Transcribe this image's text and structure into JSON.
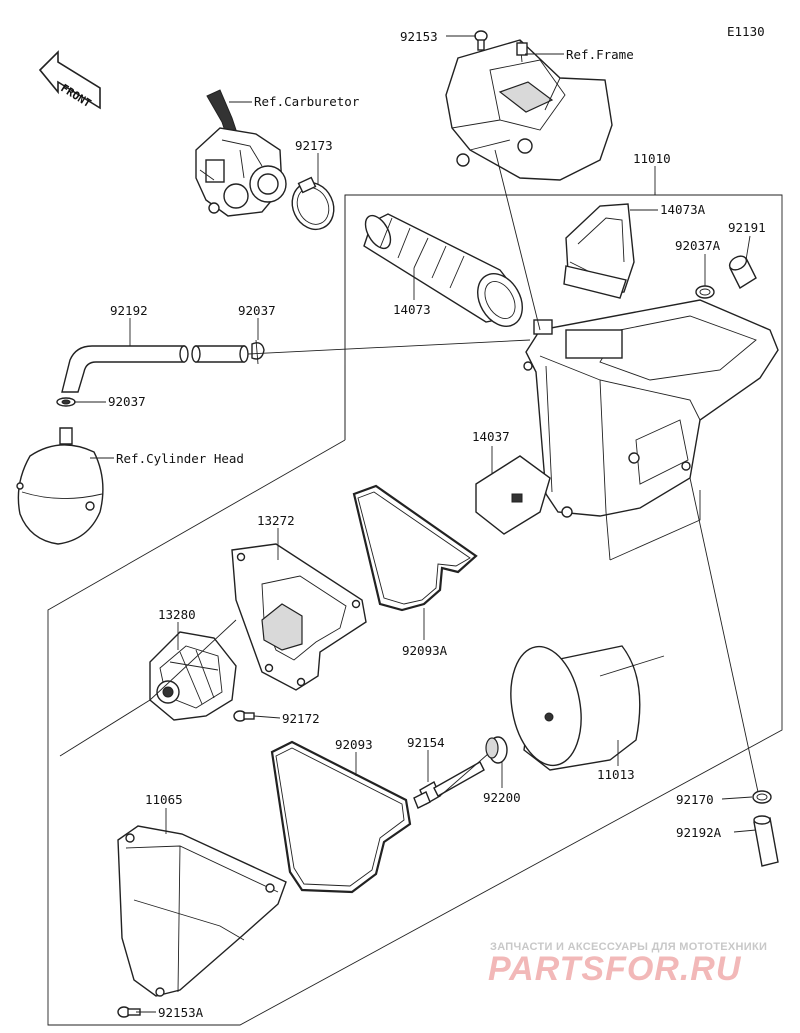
{
  "diagram": {
    "code": "E1130",
    "front_badge": "FRONT",
    "labels": {
      "p92153": "92153",
      "ref_frame": "Ref.Frame",
      "ref_carburetor": "Ref.Carburetor",
      "p92173": "92173",
      "p11010": "11010",
      "p14073A": "14073A",
      "p92037A": "92037A",
      "p92191": "92191",
      "p14073": "14073",
      "p92192": "92192",
      "p92037_top": "92037",
      "p92037_left": "92037",
      "ref_cyl_head": "Ref.Cylinder Head",
      "p14037": "14037",
      "p13272": "13272",
      "p13280": "13280",
      "p92093A": "92093A",
      "p92172": "92172",
      "p92093": "92093",
      "p92154": "92154",
      "p92200": "92200",
      "p11013": "11013",
      "p11065": "11065",
      "p92170": "92170",
      "p92192A": "92192A",
      "p92153A": "92153A"
    }
  },
  "watermark": {
    "line1": "ЗАПЧАСТИ И АКСЕССУАРЫ ДЛЯ МОТОТЕХНИКИ",
    "line2": "PARTSFOR.RU"
  }
}
